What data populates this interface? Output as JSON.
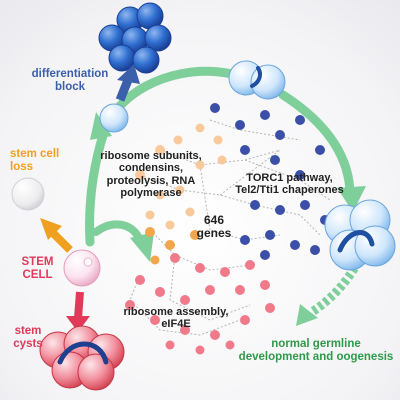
{
  "labels": {
    "differentiation_block": "differentiation block",
    "stem_cell_loss": "stem cell loss",
    "stem_cell": "STEM CELL",
    "stem_cysts": "stem cysts",
    "ribosome_subunits": "ribosome subunits, condensins, proteolysis, RNA polymerase",
    "torc1": "TORC1 pathway, Tel2/Tti1 chaperones",
    "gene_count": "646 genes",
    "ribosome_assembly": "ribosome assembly, eIF4E",
    "normal_development": "normal germline development and oogenesis"
  },
  "colors": {
    "blue": "#3b5fab",
    "orange": "#f0a020",
    "red": "#e0395a",
    "green": "#2f9a4a",
    "arrow_green": "#7fcf9a",
    "node_orange": "#f8c99a",
    "node_red": "#f07a8a",
    "node_blue": "#3c4fa8"
  }
}
